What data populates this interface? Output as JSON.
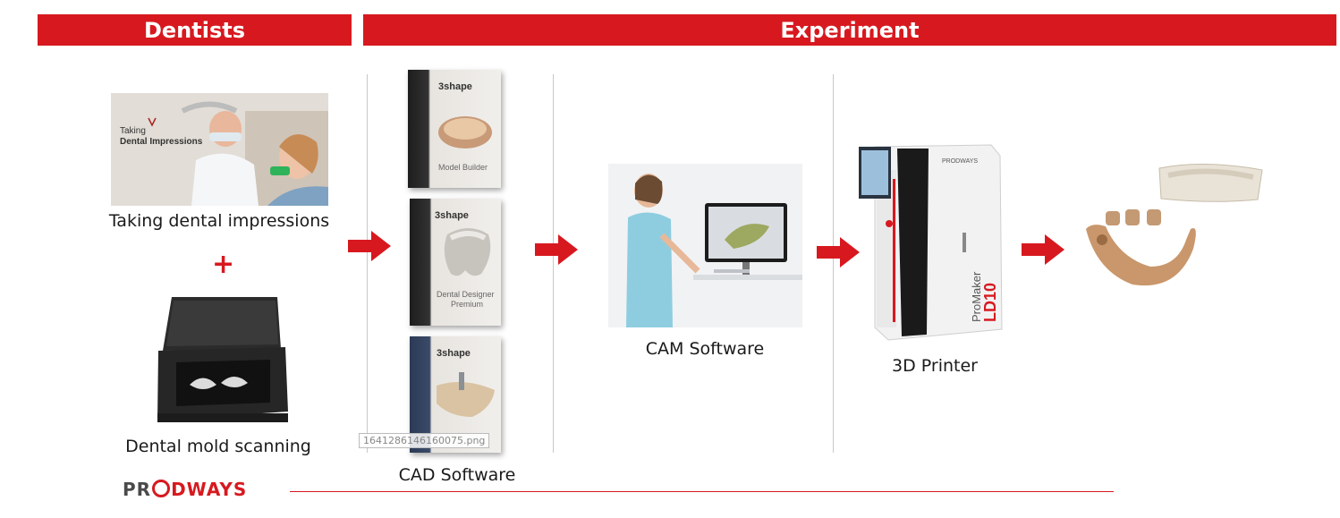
{
  "headers": {
    "dentists": "Dentists",
    "experiment": "Experiment"
  },
  "steps": {
    "impressions": "Taking dental impressions",
    "plus": "+",
    "scanning": "Dental mold scanning",
    "cad": "CAD Software",
    "cam": "CAM Software",
    "printer": "3D Printer"
  },
  "photo_text": {
    "impression_overlay": "Taking\nDental Impressions",
    "box_brand": "3shape",
    "box1_name": "Model Builder",
    "box2_name": "Dental Designer Premium",
    "printer_brand": "PRODWAYS",
    "printer_model_1": "ProMaker",
    "printer_model_2": "LD10"
  },
  "image_filename": "1641286146160075.png",
  "logo": {
    "text_a": "PR",
    "text_b": "DWAYS"
  },
  "colors": {
    "accent_red": "#d7191f",
    "arrow_red": "#d7191f",
    "logo_gray": "#4a4a4a",
    "box_dark": "#2d2d2d",
    "cam_blue": "#8ecde0"
  },
  "icons": [
    "right-arrow-icon",
    "plus-icon",
    "logo-ring-icon"
  ]
}
